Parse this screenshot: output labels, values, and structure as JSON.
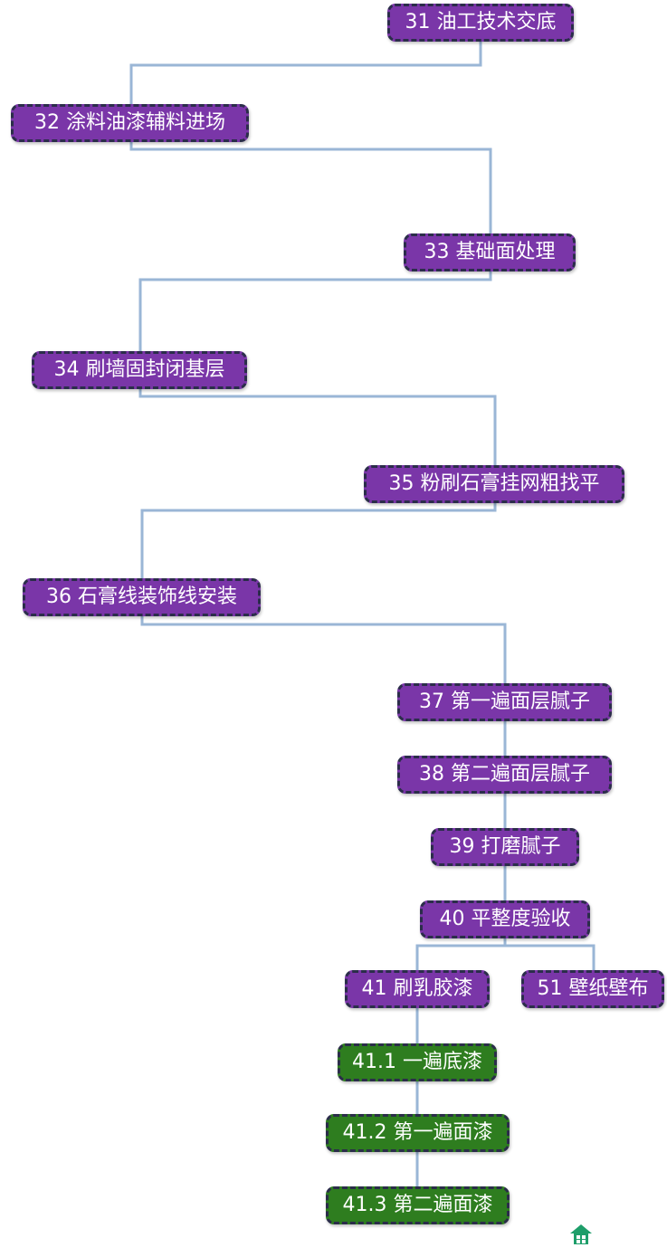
{
  "colors": {
    "purple_node": "#7a36a8",
    "green_node": "#2e7d1f",
    "node_border": "#2b2d4a",
    "connector": "#9ab6d6",
    "icon": "#1e9e6a"
  },
  "steps": [
    {
      "id": "31",
      "label": "31 油工技术交底"
    },
    {
      "id": "32",
      "label": "32 涂料油漆辅料进场"
    },
    {
      "id": "33",
      "label": "33 基础面处理"
    },
    {
      "id": "34",
      "label": "34 刷墙固封闭基层"
    },
    {
      "id": "35",
      "label": "35 粉刷石膏挂网粗找平"
    },
    {
      "id": "36",
      "label": "36 石膏线装饰线安装"
    },
    {
      "id": "37",
      "label": "37 第一遍面层腻子"
    },
    {
      "id": "38",
      "label": "38 第二遍面层腻子"
    },
    {
      "id": "39",
      "label": "39 打磨腻子"
    },
    {
      "id": "40",
      "label": "40 平整度验收"
    },
    {
      "id": "41",
      "label": "41 刷乳胶漆"
    },
    {
      "id": "51",
      "label": "51 壁纸壁布"
    },
    {
      "id": "41.1",
      "label": "41.1 一遍底漆"
    },
    {
      "id": "41.2",
      "label": "41.2 第一遍面漆"
    },
    {
      "id": "41.3",
      "label": "41.3 第二遍面漆"
    }
  ],
  "icon": {
    "name": "home-icon"
  }
}
